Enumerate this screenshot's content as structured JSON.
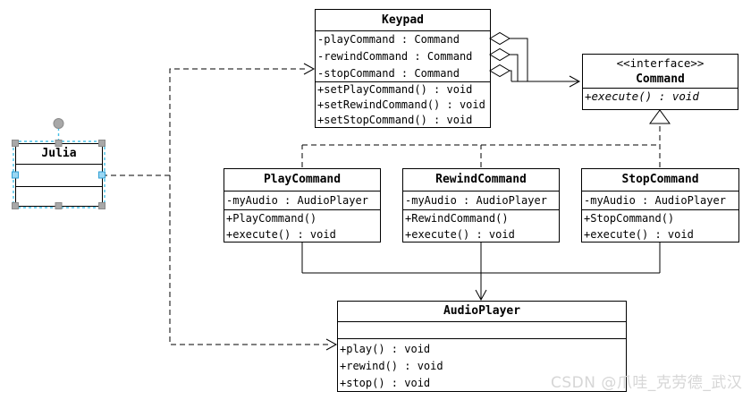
{
  "diagram": {
    "classes": {
      "keypad": {
        "name": "Keypad",
        "attributes": [
          "-playCommand : Command",
          "-rewindCommand : Command",
          "-stopCommand : Command"
        ],
        "methods": [
          "+setPlayCommand() : void",
          "+setRewindCommand() : void",
          "+setStopCommand() : void"
        ]
      },
      "command": {
        "stereotype": "<<interface>>",
        "name": "Command",
        "methods": [
          "+execute() : void"
        ]
      },
      "julia": {
        "name": "Julia",
        "attributes": [],
        "methods": []
      },
      "playCommand": {
        "name": "PlayCommand",
        "attributes": [
          "-myAudio : AudioPlayer"
        ],
        "methods": [
          "+PlayCommand()",
          "+execute() : void"
        ]
      },
      "rewindCommand": {
        "name": "RewindCommand",
        "attributes": [
          "-myAudio : AudioPlayer"
        ],
        "methods": [
          "+RewindCommand()",
          "+execute() : void"
        ]
      },
      "stopCommand": {
        "name": "StopCommand",
        "attributes": [
          "-myAudio : AudioPlayer"
        ],
        "methods": [
          "+StopCommand()",
          "+execute() : void"
        ]
      },
      "audioPlayer": {
        "name": "AudioPlayer",
        "attributes": [],
        "methods": [
          "+play() : void",
          "+rewind() : void",
          "+stop() : void"
        ]
      }
    },
    "relationships": [
      {
        "from": "Keypad",
        "to": "Command",
        "type": "aggregation",
        "count": 3
      },
      {
        "from": "PlayCommand",
        "to": "Command",
        "type": "realization"
      },
      {
        "from": "RewindCommand",
        "to": "Command",
        "type": "realization"
      },
      {
        "from": "StopCommand",
        "to": "Command",
        "type": "realization"
      },
      {
        "from": "PlayCommand",
        "to": "AudioPlayer",
        "type": "association"
      },
      {
        "from": "RewindCommand",
        "to": "AudioPlayer",
        "type": "association"
      },
      {
        "from": "StopCommand",
        "to": "AudioPlayer",
        "type": "association"
      },
      {
        "from": "Julia",
        "to": "Keypad",
        "type": "dependency"
      },
      {
        "from": "Julia",
        "to": "AudioPlayer",
        "type": "dependency"
      }
    ],
    "selection": {
      "selected_class": "Julia"
    }
  },
  "watermark": {
    "text": "CSDN @爪哇_克劳德_武汉",
    "color": "#d6d6d6"
  },
  "colors": {
    "line": "#000000",
    "background": "#ffffff",
    "selection_outline": "#45c0e8",
    "handle_gray": "#a8a8a8",
    "handle_blue": "#9bd7f3"
  }
}
